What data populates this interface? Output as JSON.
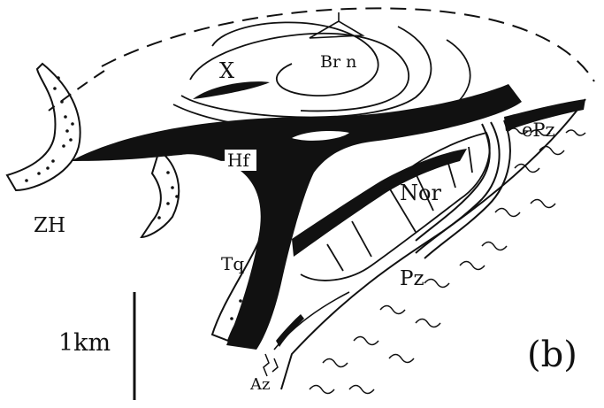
{
  "figure": {
    "panel_label": "(b)",
    "scale_bar_label": "1km",
    "labels": {
      "x": "X",
      "brn": "Br n",
      "epz": "ePz",
      "hf": "Hf",
      "nor": "Nor",
      "zh": "ZH",
      "tq": "Tq",
      "pz": "Pz",
      "az": "Az"
    }
  },
  "colors": {
    "ink": "#111111",
    "paper": "#ffffff"
  }
}
